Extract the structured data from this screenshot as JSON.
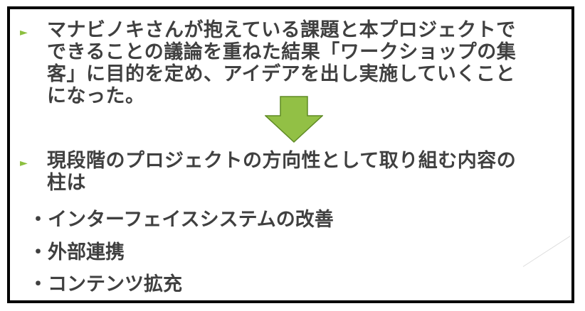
{
  "paragraph1": {
    "lines": [
      "マナビノキさんが抱えている課題と本プロジェクトで",
      "できることの議論を重ねた結果「ワークショップの集",
      "客」に目的を定め、アイデアを出し実施していくこと",
      "になった。"
    ]
  },
  "paragraph2": {
    "lines": [
      "現段階のプロジェクトの方向性として取り組む内容の",
      "柱は"
    ]
  },
  "items": [
    "・インターフェイスシステムの改善",
    "・外部連携",
    "・コンテンツ拡充"
  ],
  "colors": {
    "accent": "#8cbf3f",
    "text": "#404040",
    "arrow": "#92c045"
  }
}
